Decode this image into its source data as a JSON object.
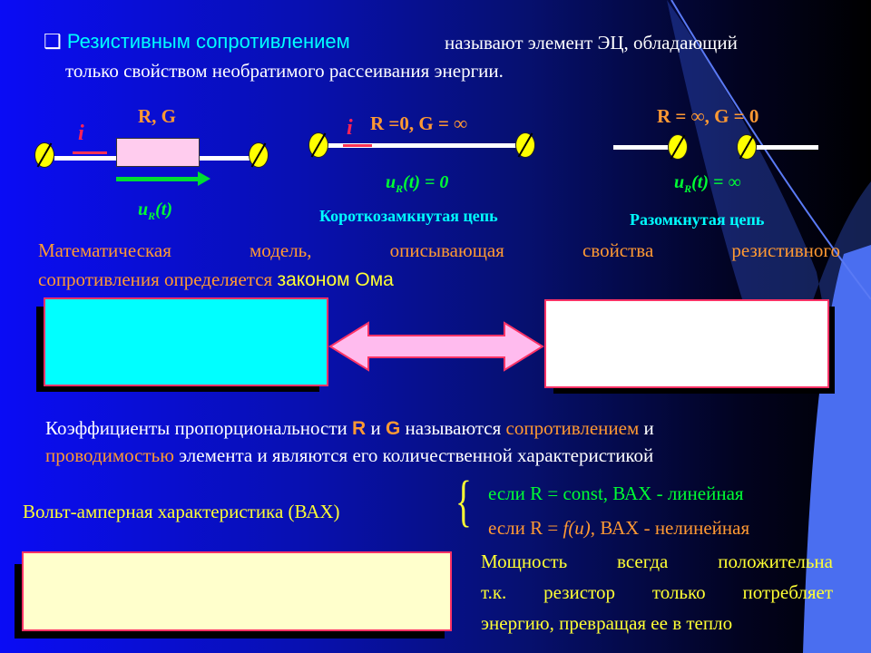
{
  "title": {
    "bullet": "❑",
    "term": "Резистивным сопротивлением",
    "rest1": "называют элемент ЭЦ, обладающий",
    "rest2": "только свойством необратимого рассеивания энергии."
  },
  "diagram1": {
    "label": "R, G",
    "current": "i",
    "voltage_u": "u",
    "voltage_sub": "R",
    "voltage_t": "(t)"
  },
  "diagram2": {
    "label": "R =0, G = ∞",
    "current": "i",
    "eq_u": "u",
    "eq_sub": "R",
    "eq_rest": "(t) = 0",
    "caption": "Короткозамкнутая цепь"
  },
  "diagram3": {
    "label": "R = ∞, G = 0",
    "eq_u": "u",
    "eq_sub": "R",
    "eq_rest": "(t) = ∞",
    "caption": "Разомкнутая цепь"
  },
  "model": {
    "line1": "Математическая модель, описывающая свойства резистивного",
    "line2a": "сопротивления определяется",
    "line2b": "законом Ома"
  },
  "coef": {
    "p1": "Коэффициенты пропорциональности",
    "R": "R",
    "and": "и",
    "G": "G",
    "p2": "называются",
    "resist": "сопротивлением",
    "and2": "и",
    "conduct": "проводимостью",
    "p3": "элемента и являются его количественной характеристикой"
  },
  "vax": {
    "label": "Вольт-амперная характеристика (ВАХ)",
    "brace": "{",
    "linear": "если R = const,  ВАХ - линейная",
    "nl_a": "если R = ",
    "nl_f": "f(u),",
    "nl_b": "  ВАХ - нелинейная"
  },
  "power": {
    "line1": "Мощность всегда положительна",
    "line2": "т.к. резистор только потребляет",
    "line3": "энергию, превращая ее в тепло"
  },
  "colors": {
    "cyan_box": "#00ffff",
    "white_box": "#ffffff",
    "yellow_box": "#ffffcc"
  }
}
